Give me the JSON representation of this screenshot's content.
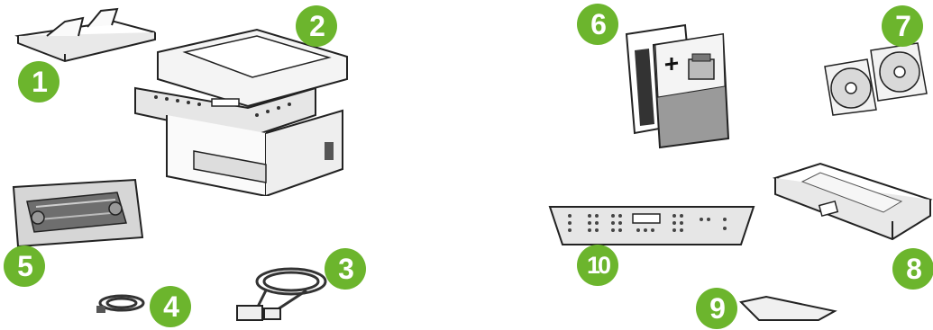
{
  "badge_color": "#6cb52d",
  "callouts": [
    "1",
    "2",
    "3",
    "4",
    "5",
    "6",
    "7",
    "8",
    "9",
    "10"
  ],
  "parts": [
    {
      "callout": "1",
      "icon": "document-feeder-tray-icon"
    },
    {
      "callout": "2",
      "icon": "all-in-one-printer-icon"
    },
    {
      "callout": "3",
      "icon": "power-cord-icon"
    },
    {
      "callout": "4",
      "icon": "phone-cord-icon"
    },
    {
      "callout": "5",
      "icon": "print-cartridge-icon"
    },
    {
      "callout": "6",
      "icon": "documentation-booklets-icon"
    },
    {
      "callout": "7",
      "icon": "software-cds-icon"
    },
    {
      "callout": "8",
      "icon": "media-input-tray-icon"
    },
    {
      "callout": "9",
      "icon": "input-tray-cover-icon"
    },
    {
      "callout": "10",
      "icon": "control-panel-overlay-icon"
    }
  ]
}
